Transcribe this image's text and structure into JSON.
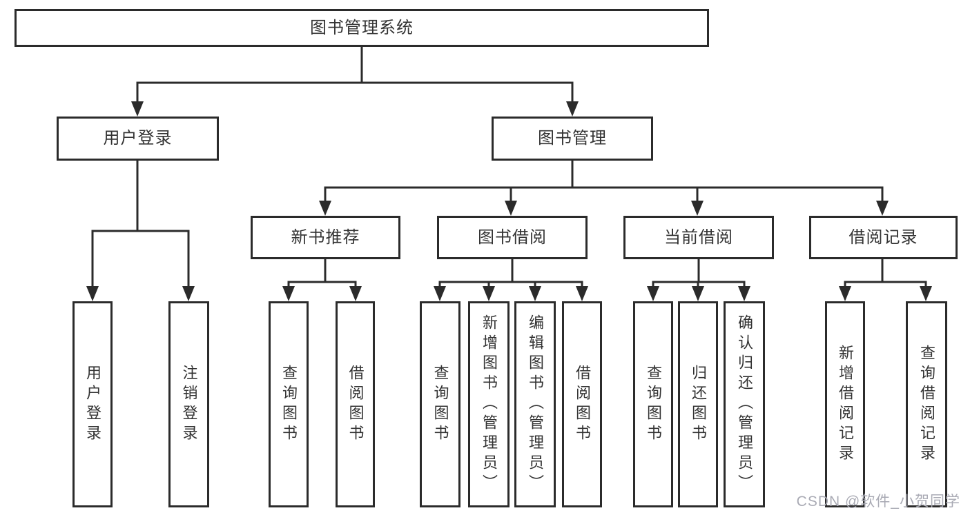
{
  "diagram": {
    "root": {
      "label": "图书管理系统"
    },
    "branches": {
      "user_login": {
        "label": "用户登录",
        "children": {
          "login": {
            "label": "用户登录"
          },
          "logout": {
            "label": "注销登录"
          }
        }
      },
      "book_mgmt": {
        "label": "图书管理",
        "children": {
          "new_book_rec": {
            "label": "新书推荐",
            "children": {
              "query_books": {
                "label": "查询图书"
              },
              "borrow_books": {
                "label": "借阅图书"
              }
            }
          },
          "book_borrow": {
            "label": "图书借阅",
            "children": {
              "query_books": {
                "label": "查询图书"
              },
              "add_books": {
                "label": "新增图书（管理员）"
              },
              "edit_books": {
                "label": "编辑图书（管理员）"
              },
              "borrow_books": {
                "label": "借阅图书"
              }
            }
          },
          "current_borrow": {
            "label": "当前借阅",
            "children": {
              "query_books": {
                "label": "查询图书"
              },
              "return_books": {
                "label": "归还图书"
              },
              "confirm_return": {
                "label": "确认归还（管理员）"
              }
            }
          },
          "borrow_records": {
            "label": "借阅记录",
            "children": {
              "add_record": {
                "label": "新增借阅记录"
              },
              "query_record": {
                "label": "查询借阅记录"
              }
            }
          }
        }
      }
    },
    "watermark": "CSDN @软件_小贺同学",
    "colors": {
      "line": "#2b2b2b",
      "text": "#333333",
      "background": "#ffffff",
      "watermark": "#a9aab4"
    }
  }
}
